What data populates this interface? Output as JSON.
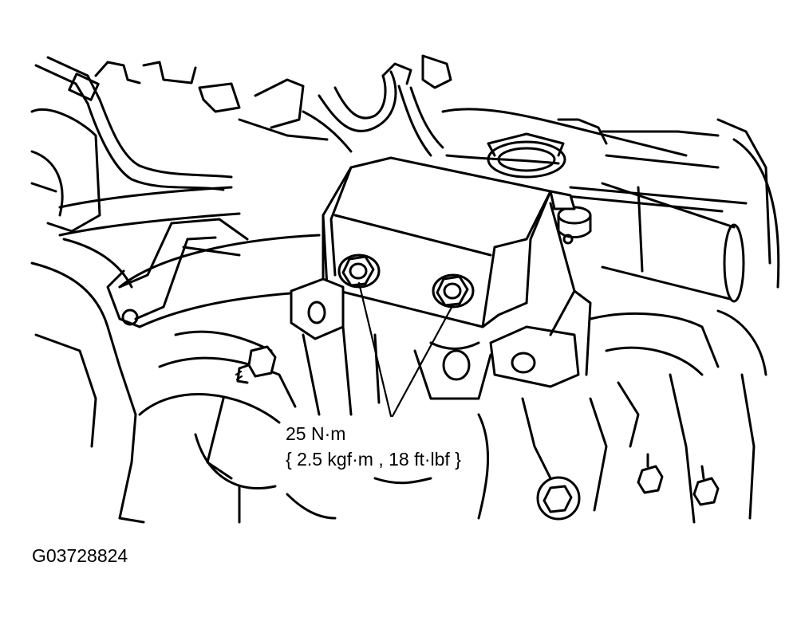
{
  "annotation": {
    "torque_value": "25 N·m",
    "torque_conversion": "{ 2.5 kgf·m , 18 ft·lbf }"
  },
  "figure_id": "G03728824",
  "colors": {
    "line": "#000000",
    "background": "#ffffff"
  },
  "icons": [
    "bolt-icon",
    "bracket-icon",
    "pipe-icon",
    "hose-icon"
  ]
}
